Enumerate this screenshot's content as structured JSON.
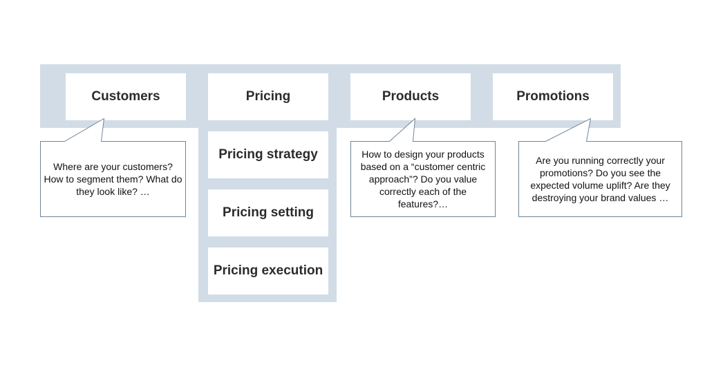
{
  "categories": [
    {
      "label": "Customers"
    },
    {
      "label": "Pricing"
    },
    {
      "label": "Products"
    },
    {
      "label": "Promotions"
    }
  ],
  "pricing_steps": [
    {
      "label": "Pricing strategy"
    },
    {
      "label": "Pricing setting"
    },
    {
      "label": "Pricing execution"
    }
  ],
  "callouts": {
    "customers": "Where are your customers? How to segment them? What do they look like? …",
    "products": "How to design your products based on a “customer centric approach”? Do you value correctly each of the features?…",
    "promotions": "Are you running correctly your promotions? Do you see the expected volume uplift? Are they destroying your brand values …"
  },
  "colors": {
    "band": "#d1dce6",
    "box": "#ffffff",
    "callout_border": "#6f8497",
    "text": "#2b2b2b"
  }
}
